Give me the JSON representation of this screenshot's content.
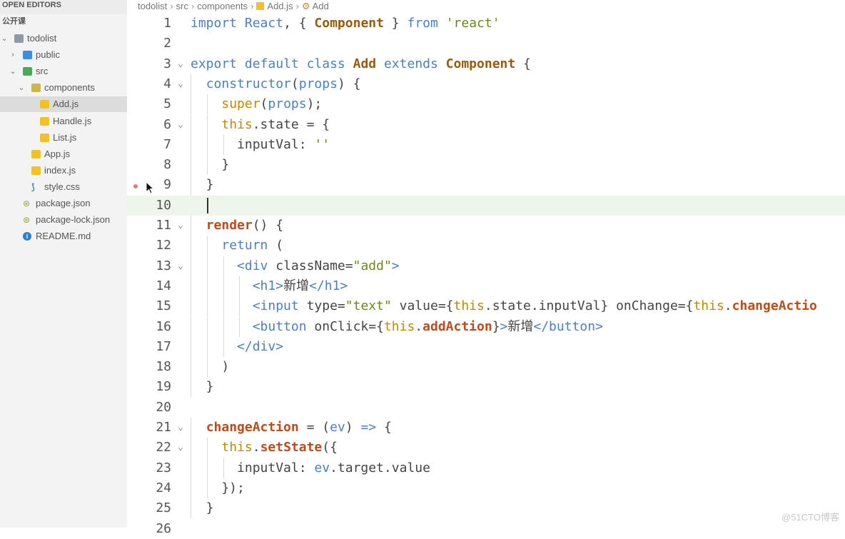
{
  "sidebar": {
    "open_editors": "OPEN EDITORS",
    "workspace": "公开课",
    "tree": [
      {
        "label": "todolist",
        "icon": "folder-icon",
        "chevron": "⌄",
        "indent": 0
      },
      {
        "label": "public",
        "icon": "folder-icon",
        "chevron": "›",
        "indent": 1
      },
      {
        "label": "src",
        "icon": "folder-icon",
        "chevron": "⌄",
        "indent": 1
      },
      {
        "label": "components",
        "icon": "folder-icon",
        "chevron": "⌄",
        "indent": 2
      },
      {
        "label": "Add.js",
        "icon": "js-file-icon",
        "indent": 3,
        "selected": true
      },
      {
        "label": "Handle.js",
        "icon": "js-file-icon",
        "indent": 3
      },
      {
        "label": "List.js",
        "icon": "js-file-icon",
        "indent": 3
      },
      {
        "label": "App.js",
        "icon": "js-file-icon",
        "indent": 2
      },
      {
        "label": "index.js",
        "icon": "js-file-icon",
        "indent": 2
      },
      {
        "label": "style.css",
        "icon": "css-file-icon",
        "indent": 2
      },
      {
        "label": "package.json",
        "icon": "json-file-icon",
        "indent": 1
      },
      {
        "label": "package-lock.json",
        "icon": "json-file-icon",
        "indent": 1
      },
      {
        "label": "README.md",
        "icon": "info-icon",
        "indent": 1
      }
    ]
  },
  "breadcrumb": {
    "items": [
      "todolist",
      "src",
      "components",
      "Add.js",
      "Add"
    ]
  },
  "editor": {
    "lines": [
      {
        "n": "1",
        "fold": "",
        "code": "import React, { Component } from 'react'"
      },
      {
        "n": "2",
        "fold": "",
        "code": ""
      },
      {
        "n": "3",
        "fold": "⌄",
        "code": "export default class Add extends Component {"
      },
      {
        "n": "4",
        "fold": "⌄",
        "code": "  constructor(props) {"
      },
      {
        "n": "5",
        "fold": "",
        "code": "    super(props);"
      },
      {
        "n": "6",
        "fold": "⌄",
        "code": "    this.state = {"
      },
      {
        "n": "7",
        "fold": "",
        "code": "      inputVal: ''"
      },
      {
        "n": "8",
        "fold": "",
        "code": "    }"
      },
      {
        "n": "9",
        "fold": "",
        "code": "  }"
      },
      {
        "n": "10",
        "fold": "",
        "code": ""
      },
      {
        "n": "11",
        "fold": "⌄",
        "code": "  render() {"
      },
      {
        "n": "12",
        "fold": "",
        "code": "    return ("
      },
      {
        "n": "13",
        "fold": "⌄",
        "code": "      <div className=\"add\">"
      },
      {
        "n": "14",
        "fold": "",
        "code": "        <h1>新增</h1>"
      },
      {
        "n": "15",
        "fold": "",
        "code": "        <input type=\"text\" value={this.state.inputVal} onChange={this.changeActio"
      },
      {
        "n": "16",
        "fold": "",
        "code": "        <button onClick={this.addAction}>新增</button>"
      },
      {
        "n": "17",
        "fold": "",
        "code": "      </div>"
      },
      {
        "n": "18",
        "fold": "",
        "code": "    )"
      },
      {
        "n": "19",
        "fold": "",
        "code": "  }"
      },
      {
        "n": "20",
        "fold": "",
        "code": ""
      },
      {
        "n": "21",
        "fold": "⌄",
        "code": "  changeAction = (ev) => {"
      },
      {
        "n": "22",
        "fold": "⌄",
        "code": "    this.setState({"
      },
      {
        "n": "23",
        "fold": "",
        "code": "      inputVal: ev.target.value"
      },
      {
        "n": "24",
        "fold": "",
        "code": "    });"
      },
      {
        "n": "25",
        "fold": "",
        "code": "  }"
      },
      {
        "n": "26",
        "fold": "",
        "code": ""
      }
    ],
    "current_line": "10"
  },
  "watermark": "@51CTO博客",
  "colors": {
    "keyword": "#4c7fc7",
    "function": "#c04a1a",
    "string": "#6a8a18",
    "this": "#c08a00",
    "current_line_bg": "#eef6ea",
    "breakpoint": "#e27b7b"
  }
}
